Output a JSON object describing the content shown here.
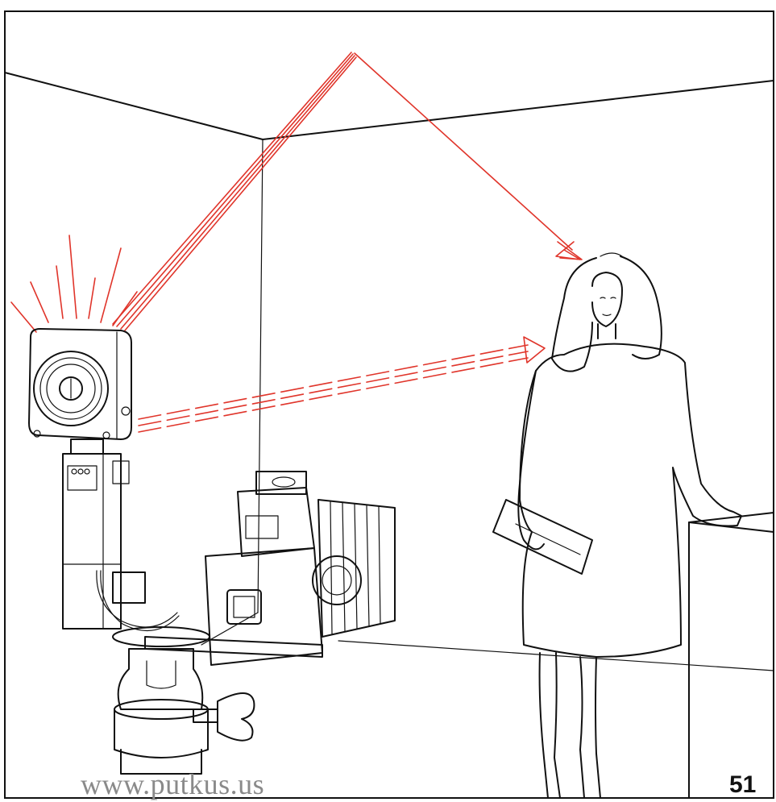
{
  "page": {
    "page_number": "51",
    "watermark": "www.putkus.us"
  },
  "colors": {
    "line_art": "#111111",
    "light_rays": "#e0352b",
    "background": "#ffffff"
  },
  "icons": [
    "studio-flash-unit",
    "medium-format-camera",
    "ball-head-tripod",
    "standing-woman",
    "pedestal"
  ]
}
